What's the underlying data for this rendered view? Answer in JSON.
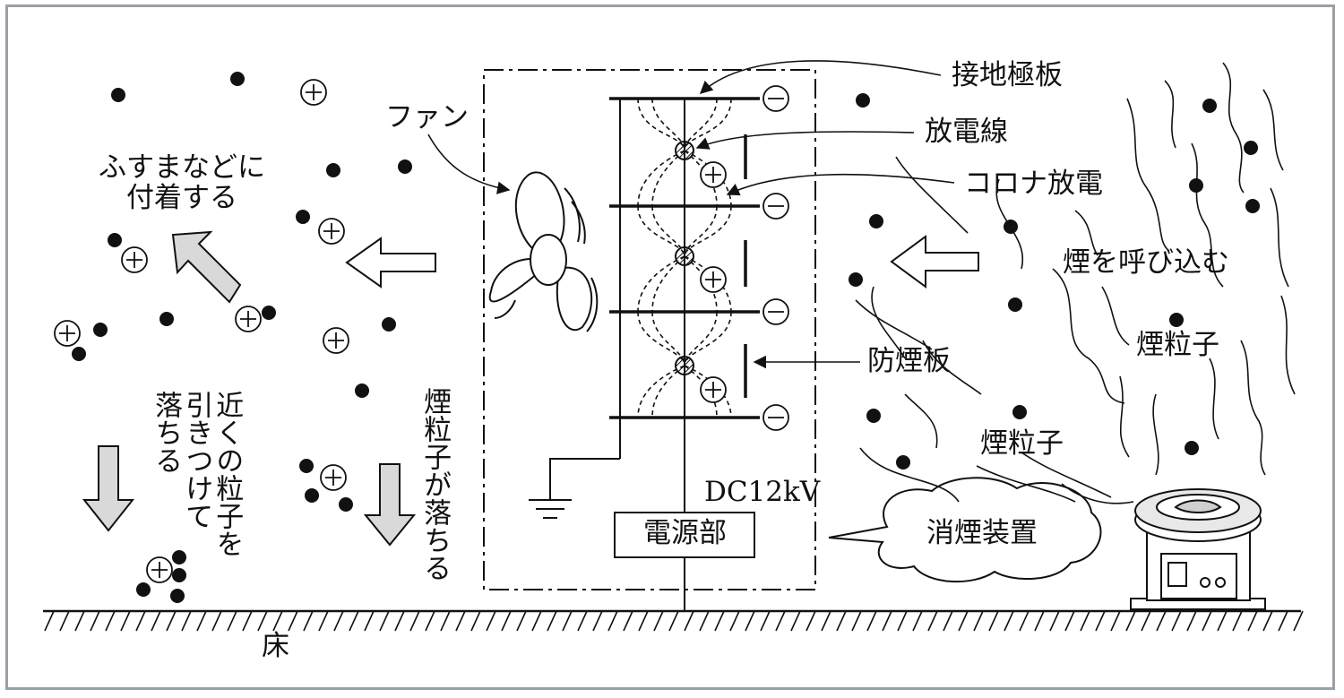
{
  "labels": {
    "ground_plate": "接地極板",
    "discharge_wire": "放電線",
    "corona": "コロナ放電",
    "fan": "ファン",
    "attach": "ふすまなどに\n　付着する",
    "invite_smoke": "煙を呼び込む",
    "smoke_particle_1": "煙粒子",
    "smoke_particle_2": "煙粒子",
    "baffle": "防煙板",
    "voltage": "DC12kV",
    "power_unit": "電源部",
    "device": "消煙装置",
    "floor": "床",
    "attract_near": "近くの粒子を\n引きつけて\n落ちる",
    "particles_fall": "煙粒子が落ちる"
  },
  "colors": {
    "frame": "#9aa0a6",
    "ink": "#111111",
    "arrow_fill": "#d9d9d9"
  }
}
